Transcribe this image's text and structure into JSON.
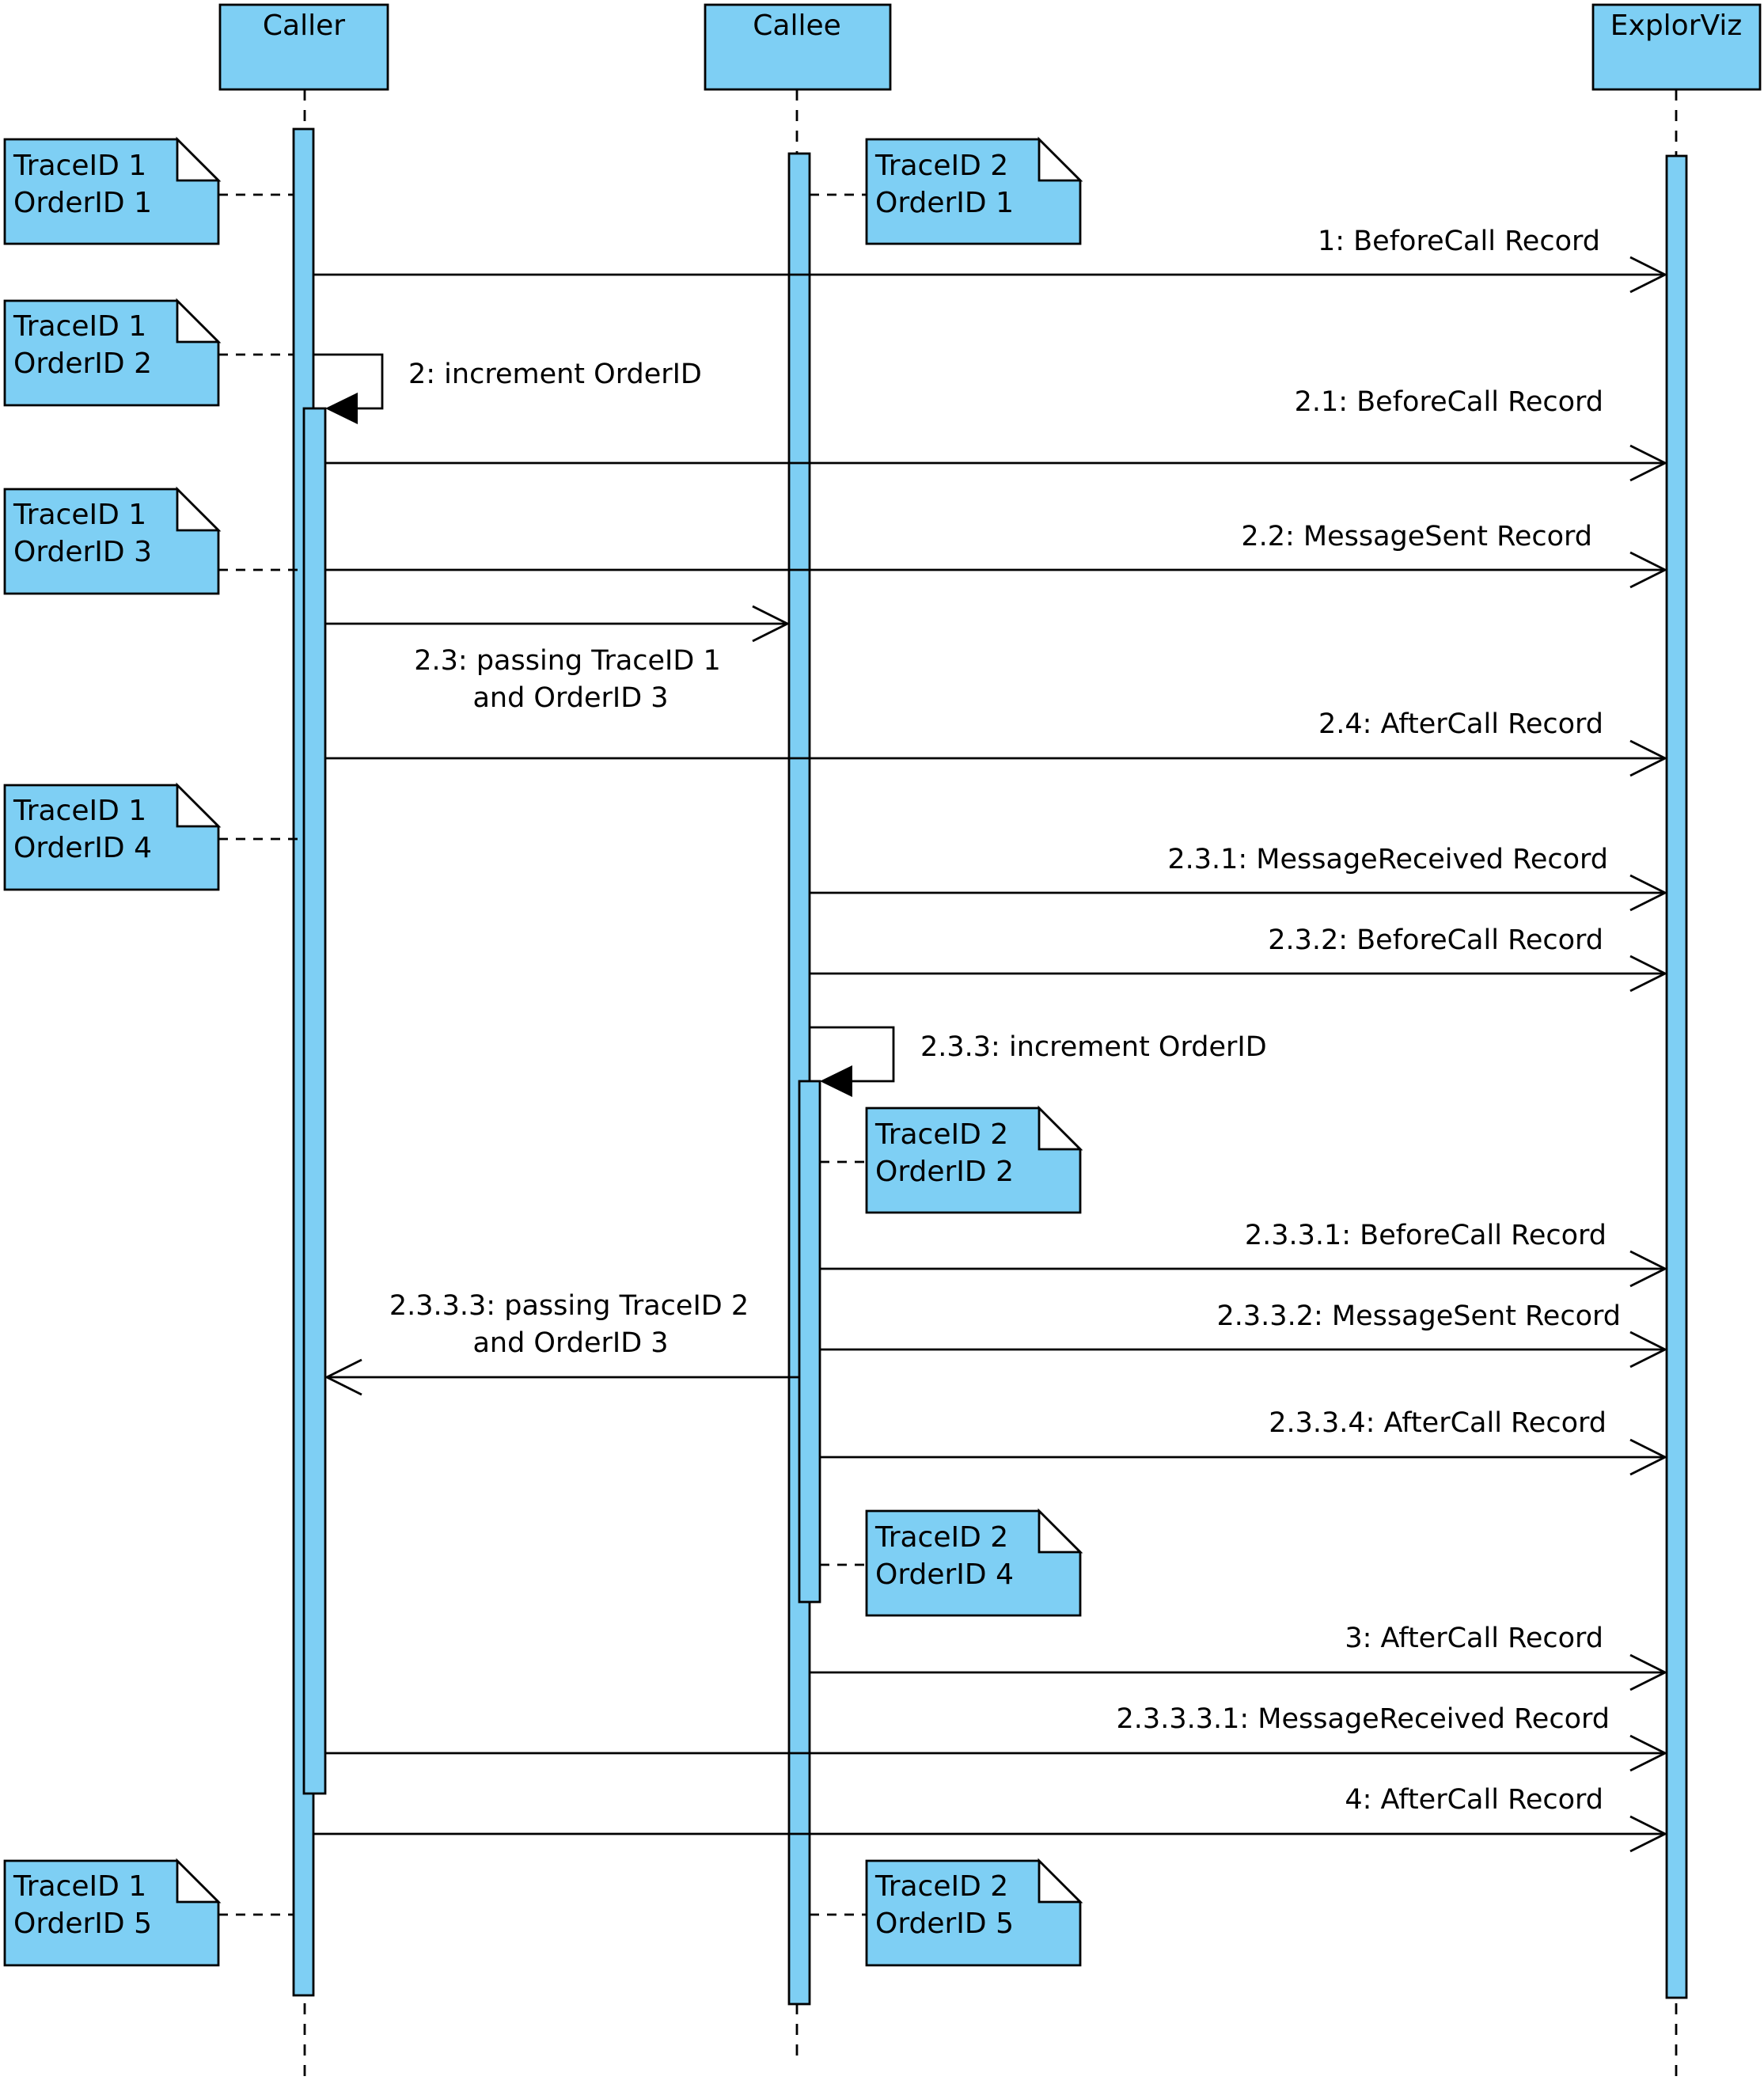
{
  "participants": {
    "caller": "Caller",
    "callee": "Callee",
    "explorviz": "ExplorViz"
  },
  "messages": {
    "m1": "1: BeforeCall Record",
    "m2": "2: increment OrderID",
    "m2_1": "2.1: BeforeCall Record",
    "m2_2": "2.2: MessageSent Record",
    "m2_3_line1": "2.3: passing TraceID 1",
    "m2_3_line2": "and OrderID 3",
    "m2_4": "2.4: AfterCall Record",
    "m2_3_1": "2.3.1: MessageReceived Record",
    "m2_3_2": "2.3.2: BeforeCall Record",
    "m2_3_3": "2.3.3: increment OrderID",
    "m2_3_3_1": "2.3.3.1: BeforeCall Record",
    "m2_3_3_2": "2.3.3.2: MessageSent Record",
    "m2_3_3_3_line1": "2.3.3.3: passing TraceID 2",
    "m2_3_3_3_line2": "and OrderID 3",
    "m2_3_3_4": "2.3.3.4: AfterCall Record",
    "m3": "3: AfterCall Record",
    "m2_3_3_3_1": "2.3.3.3.1: MessageReceived Record",
    "m4": "4: AfterCall Record"
  },
  "notes": {
    "caller_1": {
      "trace": "TraceID 1",
      "order": "OrderID 1"
    },
    "caller_2": {
      "trace": "TraceID 1",
      "order": "OrderID 2"
    },
    "caller_3": {
      "trace": "TraceID 1",
      "order": "OrderID 3"
    },
    "caller_4": {
      "trace": "TraceID 1",
      "order": "OrderID 4"
    },
    "caller_5": {
      "trace": "TraceID 1",
      "order": "OrderID 5"
    },
    "callee_1": {
      "trace": "TraceID 2",
      "order": "OrderID 1"
    },
    "callee_2": {
      "trace": "TraceID 2",
      "order": "OrderID 2"
    },
    "callee_4": {
      "trace": "TraceID 2",
      "order": "OrderID 4"
    },
    "callee_5": {
      "trace": "TraceID 2",
      "order": "OrderID 5"
    }
  },
  "colors": {
    "fill": "#7ecff4",
    "stroke": "#000000",
    "background": "#ffffff"
  }
}
